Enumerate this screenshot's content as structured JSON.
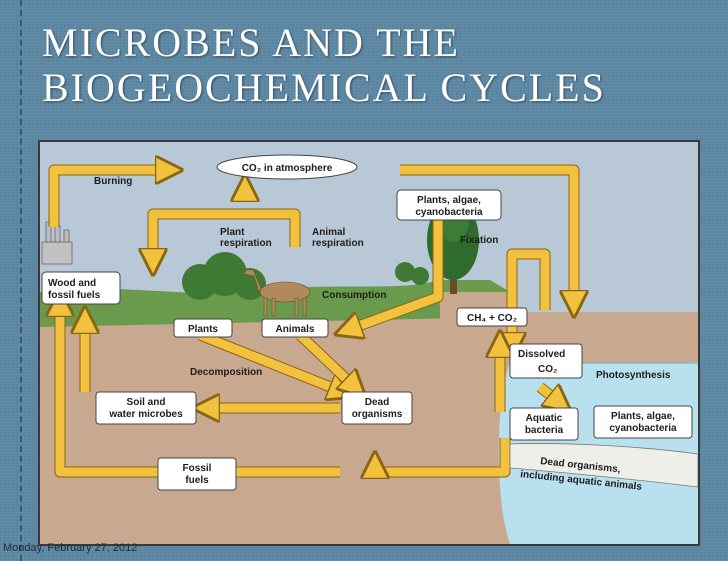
{
  "slide": {
    "title_line1": "MICROBES AND THE",
    "title_line2": "BIOGEOCHEMICAL CYCLES",
    "footer": "Monday, February 27, 2012"
  },
  "diagram": {
    "co2_atmosphere": "CO₂ in atmosphere",
    "burning": "Burning",
    "plants_algae_cyano_top": [
      "Plants, algae,",
      "cyanobacteria"
    ],
    "plant_respiration": [
      "Plant",
      "respiration"
    ],
    "animal_respiration": [
      "Animal",
      "respiration"
    ],
    "fixation": "Fixation",
    "wood_fossil": [
      "Wood and",
      "fossil fuels"
    ],
    "consumption": "Consumption",
    "ch4_co2": "CH₄ + CO₂",
    "plants": "Plants",
    "animals": "Animals",
    "dissolved": "Dissolved",
    "co2": "CO₂",
    "photosynthesis": "Photosynthesis",
    "decomposition": "Decomposition",
    "dead_organisms": [
      "Dead",
      "organisms"
    ],
    "soil_water_microbes": [
      "Soil and",
      "water microbes"
    ],
    "aquatic_bacteria": [
      "Aquatic",
      "bacteria"
    ],
    "plants_algae_cyano_bottom": [
      "Plants, algae,",
      "cyanobacteria"
    ],
    "fossil_fuels": [
      "Fossil",
      "fuels"
    ],
    "dead_aquatic": [
      "Dead organisms,",
      "including aquatic animals"
    ]
  },
  "colors": {
    "arrow": "#f2c23e",
    "arrow_edge": "#8a6512",
    "sky": "#b9c8d6",
    "grass": "#6a9a4c",
    "soil": "#c9a890",
    "water": "#b9e0ef"
  }
}
